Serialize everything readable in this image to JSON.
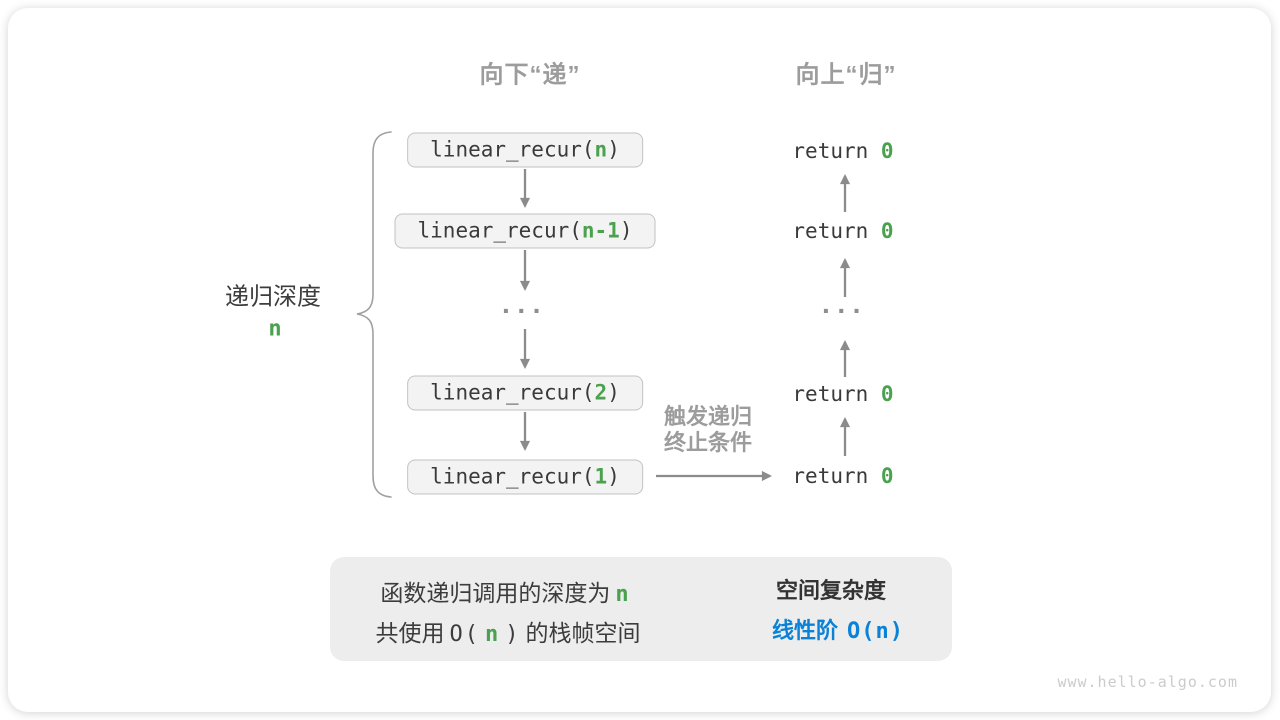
{
  "titles": {
    "descend": "向下“递”",
    "ascend": "向上“归”"
  },
  "depth_brace": {
    "label": "递归深度",
    "value": "n"
  },
  "call_stack": {
    "frames": [
      {
        "prefix": "linear_recur(",
        "arg": "n",
        "suffix": ")"
      },
      {
        "prefix": "linear_recur(",
        "arg": "n-1",
        "suffix": ")"
      },
      {
        "prefix": "linear_recur(",
        "arg": "2",
        "suffix": ")"
      },
      {
        "prefix": "linear_recur(",
        "arg": "1",
        "suffix": ")"
      }
    ],
    "ellipsis": "···"
  },
  "returns": {
    "items": [
      {
        "prefix": "return ",
        "value": "0"
      },
      {
        "prefix": "return ",
        "value": "0"
      },
      {
        "prefix": "return ",
        "value": "0"
      },
      {
        "prefix": "return ",
        "value": "0"
      }
    ],
    "ellipsis": "···"
  },
  "termination": {
    "line1": "触发递归",
    "line2": "终止条件"
  },
  "summary": {
    "line1": {
      "text": "函数递归调用的深度为",
      "value": "n"
    },
    "line2": {
      "pre": "共使用",
      "open": "O(",
      "value": "n",
      "close": ")",
      "post": "的栈帧空间"
    },
    "result": {
      "title": "空间复杂度",
      "label": "线性阶",
      "value": "O(n)"
    }
  },
  "watermark": "www.hello-algo.com",
  "colors": {
    "green": "#4aa14e",
    "blue": "#0c82d6",
    "gray": "#9c9c9c",
    "arrow": "#8b8b8b"
  }
}
